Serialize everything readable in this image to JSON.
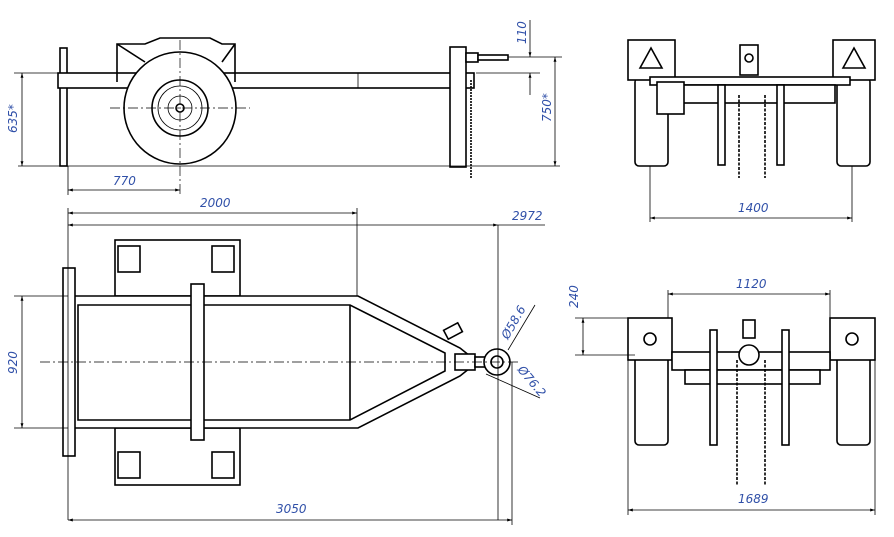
{
  "dimensions": {
    "side_view": {
      "hitch_offset": "110",
      "frame_height": "635*",
      "hitch_height": "750*",
      "axle_position": "770"
    },
    "top_view": {
      "frame_length": "2000",
      "hitch_point": "2972",
      "frame_width": "920",
      "total_length": "3050",
      "ball_inner": "Ø58.6",
      "ball_outer": "Ø76.2"
    },
    "front_view": {
      "wheel_track": "1400"
    },
    "rear_view": {
      "box_spacing": "1120",
      "box_height": "240",
      "overall_width": "1689"
    }
  },
  "colors": {
    "lines": "#000000",
    "dimension_text": "#3050a8"
  }
}
